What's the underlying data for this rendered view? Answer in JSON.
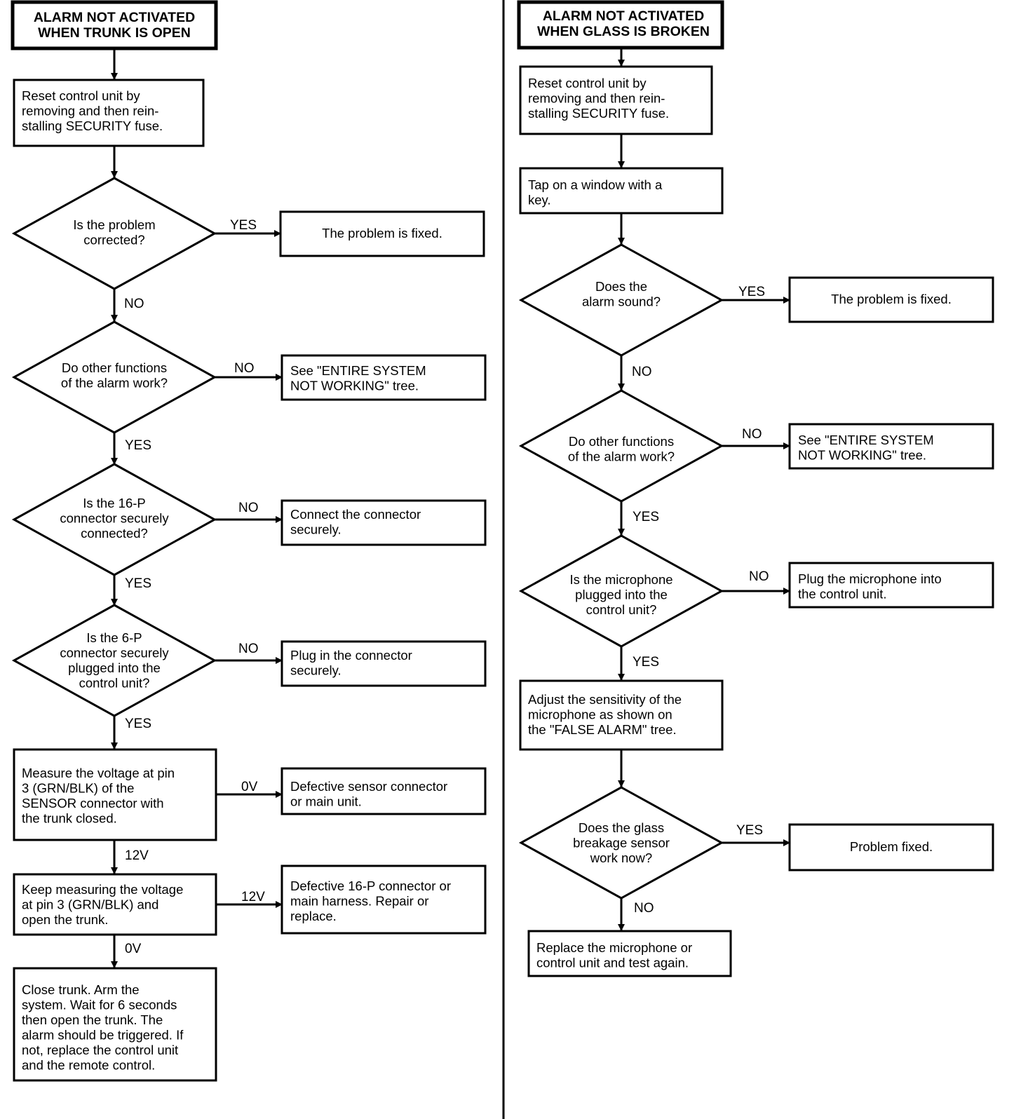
{
  "left": {
    "title": [
      "ALARM NOT ACTIVATED",
      "WHEN TRUNK IS OPEN"
    ],
    "reset": [
      "Reset control unit by",
      "removing and then rein-",
      "stalling SECURITY fuse."
    ],
    "d1": [
      "Is the problem",
      "corrected?"
    ],
    "d1_yes_label": "YES",
    "d1_yes_result": [
      "The problem is fixed."
    ],
    "d1_no_label": "NO",
    "d2": [
      "Do other functions",
      "of the alarm work?"
    ],
    "d2_no_label": "NO",
    "d2_no_result": [
      "See \"ENTIRE SYSTEM",
      "NOT WORKING\" tree."
    ],
    "d2_yes_label": "YES",
    "d3": [
      "Is the 16-P",
      "connector securely",
      "connected?"
    ],
    "d3_no_label": "NO",
    "d3_no_result": [
      "Connect the connector",
      "securely."
    ],
    "d3_yes_label": "YES",
    "d4": [
      "Is the 6-P",
      "connector securely",
      "plugged into the",
      "control unit?"
    ],
    "d4_no_label": "NO",
    "d4_no_result": [
      "Plug in the connector",
      "securely."
    ],
    "d4_yes_label": "YES",
    "measure": [
      "Measure the voltage at pin",
      "3 (GRN/BLK) of the",
      "SENSOR connector with",
      "the trunk closed."
    ],
    "measure_0v_label": "0V",
    "measure_0v_result": [
      "Defective sensor connector",
      "or main unit."
    ],
    "measure_12v_label": "12V",
    "keep": [
      "Keep measuring the voltage",
      "at pin 3 (GRN/BLK) and",
      "open the trunk."
    ],
    "keep_12v_label": "12V",
    "keep_12v_result": [
      "Defective 16-P connector or",
      "main harness. Repair or",
      "replace."
    ],
    "keep_0v_label": "0V",
    "close": [
      "Close trunk. Arm the",
      "system. Wait for 6 seconds",
      "then open the trunk. The",
      "alarm should be triggered. If",
      "not, replace the control unit",
      "and the remote control."
    ]
  },
  "right": {
    "title": [
      "ALARM NOT ACTIVATED",
      "WHEN GLASS IS BROKEN"
    ],
    "reset": [
      "Reset control unit by",
      "removing and then rein-",
      "stalling SECURITY fuse."
    ],
    "tap": [
      "Tap on a window with  a",
      "key."
    ],
    "d1": [
      "Does the",
      "alarm sound?"
    ],
    "d1_yes_label": "YES",
    "d1_yes_result": [
      "The problem is fixed."
    ],
    "d1_no_label": "NO",
    "d2": [
      "Do other functions",
      "of the alarm work?"
    ],
    "d2_no_label": "NO",
    "d2_no_result": [
      "See \"ENTIRE SYSTEM",
      "NOT WORKING\" tree."
    ],
    "d2_yes_label": "YES",
    "d3": [
      "Is the microphone",
      "plugged into the",
      "control unit?"
    ],
    "d3_no_label": "NO",
    "d3_no_result": [
      "Plug the microphone into",
      "the control unit."
    ],
    "d3_yes_label": "YES",
    "adjust": [
      "Adjust the sensitivity of the",
      "microphone as shown on",
      "the \"FALSE ALARM\" tree."
    ],
    "d4": [
      "Does the glass",
      "breakage sensor",
      "work now?"
    ],
    "d4_yes_label": "YES",
    "d4_yes_result": [
      "Problem fixed."
    ],
    "d4_no_label": "NO",
    "replace": [
      "Replace the microphone or",
      "control unit and test again."
    ]
  }
}
